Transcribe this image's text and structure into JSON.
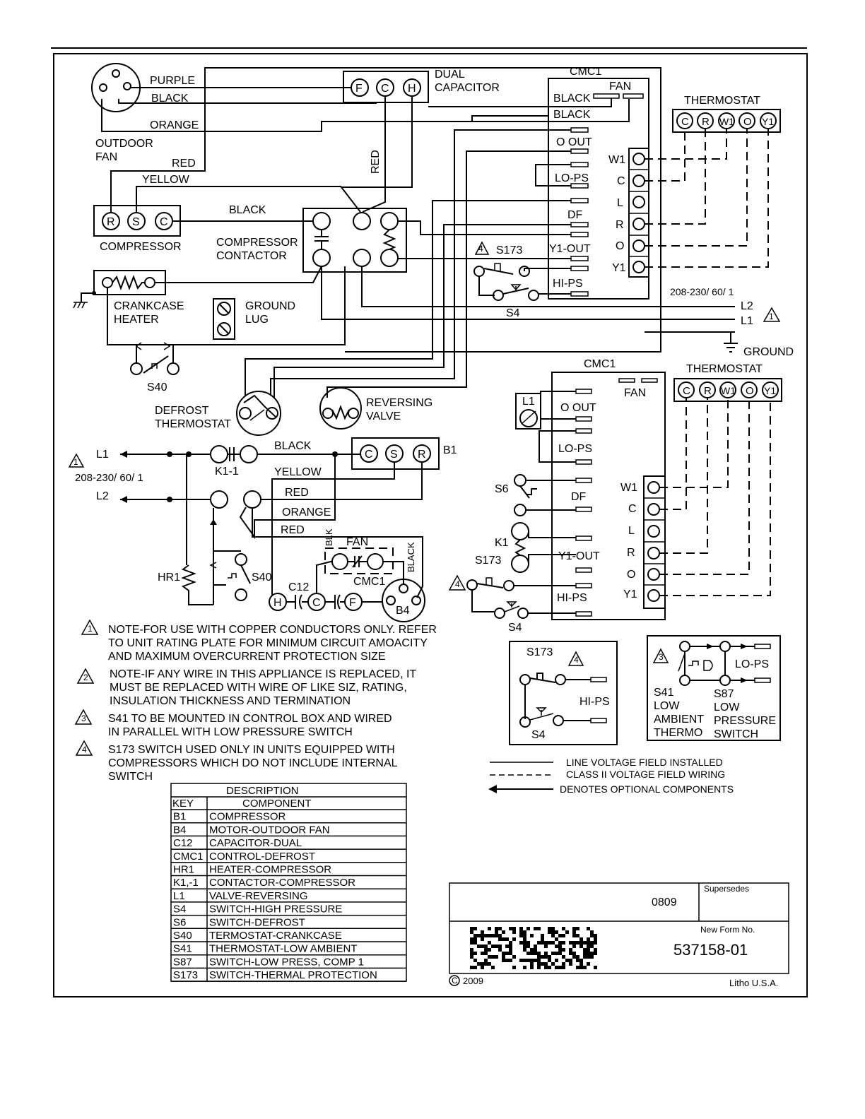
{
  "wire_colors": {
    "purple": "PURPLE",
    "black": "BLACK",
    "orange": "ORANGE",
    "red": "RED",
    "yellow": "YELLOW",
    "blk": "BLK"
  },
  "components": {
    "outdoor_fan": "OUTDOOR\nFAN",
    "outdoor_fan_l1": "OUTDOOR",
    "outdoor_fan_l2": "FAN",
    "dual_capacitor_l1": "DUAL",
    "dual_capacitor_l2": "CAPACITOR",
    "compressor": "COMPRESSOR",
    "compressor_contactor_l1": "COMPRESSOR",
    "compressor_contactor_l2": "CONTACTOR",
    "crankcase_heater_l1": "CRANKCASE",
    "crankcase_heater_l2": "HEATER",
    "ground_lug_l1": "GROUND",
    "ground_lug_l2": "LUG",
    "defrost_thermostat_l1": "DEFROST",
    "defrost_thermostat_l2": "THERMOSTAT",
    "reversing_valve_l1": "REVERSING",
    "reversing_valve_l2": "VALVE",
    "thermostat": "THERMOSTAT",
    "cmc1": "CMC1",
    "fan": "FAN",
    "ground": "GROUND",
    "s40": "S40",
    "s4": "S4",
    "s173": "S173",
    "s6": "S6",
    "k1": "K1",
    "k1_1": "K1-1",
    "l1_coil": "L1",
    "hr1": "HR1",
    "c12": "C12",
    "b1": "B1",
    "b4": "B4",
    "hi_ps": "HI-PS",
    "lo_ps": "LO-PS",
    "s41_lines": [
      "S41",
      "LOW",
      "AMBIENT",
      "THERMO"
    ],
    "s87_lines": [
      "S87",
      "LOW",
      "PRESSURE",
      "SWITCH"
    ]
  },
  "terminals": {
    "cap": [
      "F",
      "C",
      "H"
    ],
    "comp": [
      "R",
      "S",
      "C"
    ],
    "thermostat": [
      "C",
      "R",
      "W1",
      "O",
      "Y1"
    ],
    "board_right": [
      "W1",
      "C",
      "L",
      "R",
      "O",
      "Y1"
    ],
    "board_left_top": [
      "O OUT",
      "LO-PS",
      "DF",
      "Y1-OUT",
      "HI-PS"
    ],
    "h": "H",
    "c": "C",
    "f": "F"
  },
  "power": {
    "supply": "208-230/ 60/ 1",
    "supply2": "208-230/ 60/ 1",
    "l1": "L1",
    "l2": "L2"
  },
  "notes": [
    {
      "num": "1",
      "lines": [
        "NOTE-FOR USE WITH COPPER CONDUCTORS ONLY. REFER",
        "TO UNIT RATING PLATE FOR MINIMUM CIRCUIT AMOACITY",
        "AND MAXIMUM OVERCURRENT PROTECTION SIZE"
      ]
    },
    {
      "num": "2",
      "lines": [
        "NOTE-IF ANY WIRE IN THIS APPLIANCE IS REPLACED, IT",
        "MUST BE REPLACED WITH WIRE OF LIKE SIZ, RATING,",
        "INSULATION THICKNESS AND TERMINATION"
      ]
    },
    {
      "num": "3",
      "lines": [
        "S41 TO BE MOUNTED IN CONTROL BOX AND WIRED",
        "IN PARALLEL WITH LOW PRESSURE SWITCH"
      ]
    },
    {
      "num": "4",
      "lines": [
        "S173 SWITCH USED ONLY IN UNITS EQUIPPED WITH",
        "COMPRESSORS WHICH DO NOT INCLUDE INTERNAL",
        "SWITCH"
      ]
    }
  ],
  "legend": {
    "line_voltage": "LINE VOLTAGE FIELD INSTALLED",
    "class2": "CLASS II VOLTAGE FIELD WIRING",
    "optional": "DENOTES OPTIONAL COMPONENTS"
  },
  "table": {
    "title": "DESCRIPTION",
    "headers": [
      "KEY",
      "COMPONENT"
    ],
    "rows": [
      [
        "B1",
        "COMPRESSOR"
      ],
      [
        "B4",
        "MOTOR-OUTDOOR FAN"
      ],
      [
        "C12",
        "CAPACITOR-DUAL"
      ],
      [
        "CMC1",
        "CONTROL-DEFROST"
      ],
      [
        "HR1",
        "HEATER-COMPRESSOR"
      ],
      [
        "K1,-1",
        "CONTACTOR-COMPRESSOR"
      ],
      [
        "L1",
        "VALVE-REVERSING"
      ],
      [
        "S4",
        "SWITCH-HIGH PRESSURE"
      ],
      [
        "S6",
        "SWITCH-DEFROST"
      ],
      [
        "S40",
        "TERMOSTAT-CRANKCASE"
      ],
      [
        "S41",
        "THERMOSTAT-LOW AMBIENT"
      ],
      [
        "S87",
        "SWITCH-LOW PRESS, COMP 1"
      ],
      [
        "S173",
        "SWITCH-THERMAL PROTECTION"
      ]
    ]
  },
  "titleblock": {
    "supersedes_label": "Supersedes",
    "date_code": "0809",
    "new_form_label": "New Form No.",
    "form_number": "537158-01",
    "copyright": "2009",
    "copyright_symbol": "C",
    "litho": "Litho U.S.A."
  }
}
